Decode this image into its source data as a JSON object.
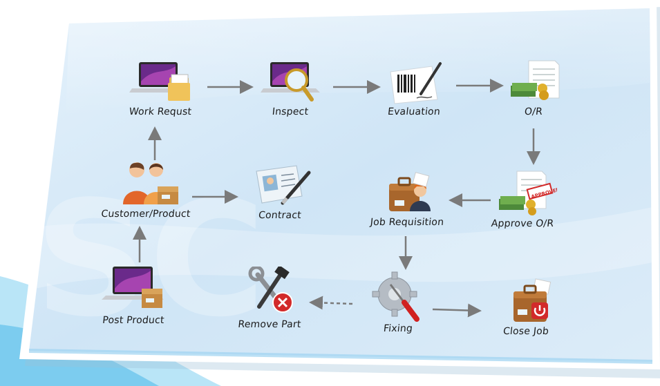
{
  "diagram": {
    "nodes": [
      {
        "id": "work",
        "label": "Work Requst",
        "icon": "laptop-folder-icon"
      },
      {
        "id": "inspect",
        "label": "Inspect",
        "icon": "laptop-magnifier-icon"
      },
      {
        "id": "evaluation",
        "label": "Evaluation",
        "icon": "barcode-pen-icon"
      },
      {
        "id": "or",
        "label": "O/R",
        "icon": "invoice-money-icon"
      },
      {
        "id": "customer",
        "label": "Customer/Product",
        "icon": "users-box-icon"
      },
      {
        "id": "contract",
        "label": "Contract",
        "icon": "id-card-pen-icon"
      },
      {
        "id": "jobreq",
        "label": "Job Requisition",
        "icon": "briefcase-worker-icon"
      },
      {
        "id": "approve",
        "label": "Approve O/R",
        "icon": "invoice-approved-icon"
      },
      {
        "id": "post",
        "label": "Post Product",
        "icon": "laptop-box-icon"
      },
      {
        "id": "remove",
        "label": "Remove Part",
        "icon": "tools-cancel-icon"
      },
      {
        "id": "fixing",
        "label": "Fixing",
        "icon": "gear-screwdriver-icon"
      },
      {
        "id": "close",
        "label": "Close Job",
        "icon": "briefcase-power-icon"
      }
    ],
    "watermark": "SC",
    "colors": {
      "panel": "#d3e9f8",
      "frame": "#ffffff",
      "arrow": "#7a7a7a"
    }
  }
}
